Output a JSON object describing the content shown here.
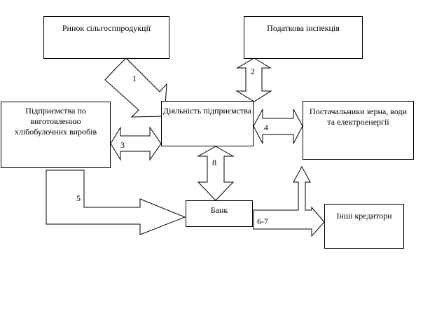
{
  "boxes": {
    "market": "Ринок сільгосппродукції",
    "tax": "Податкова інспекція",
    "bakery": "Підприємства по виготовленню хлібобулочних виробів",
    "activity": "Діяльність підприємства",
    "suppliers": "Постачальники зерна, води та електроенергії",
    "bank": "Банк",
    "creditors": "Інші кредитори"
  },
  "arrow_labels": {
    "a1": "1",
    "a2": "2",
    "a3": "3",
    "a4": "4",
    "a5": "5",
    "a67": "6-7",
    "a8": "8"
  }
}
